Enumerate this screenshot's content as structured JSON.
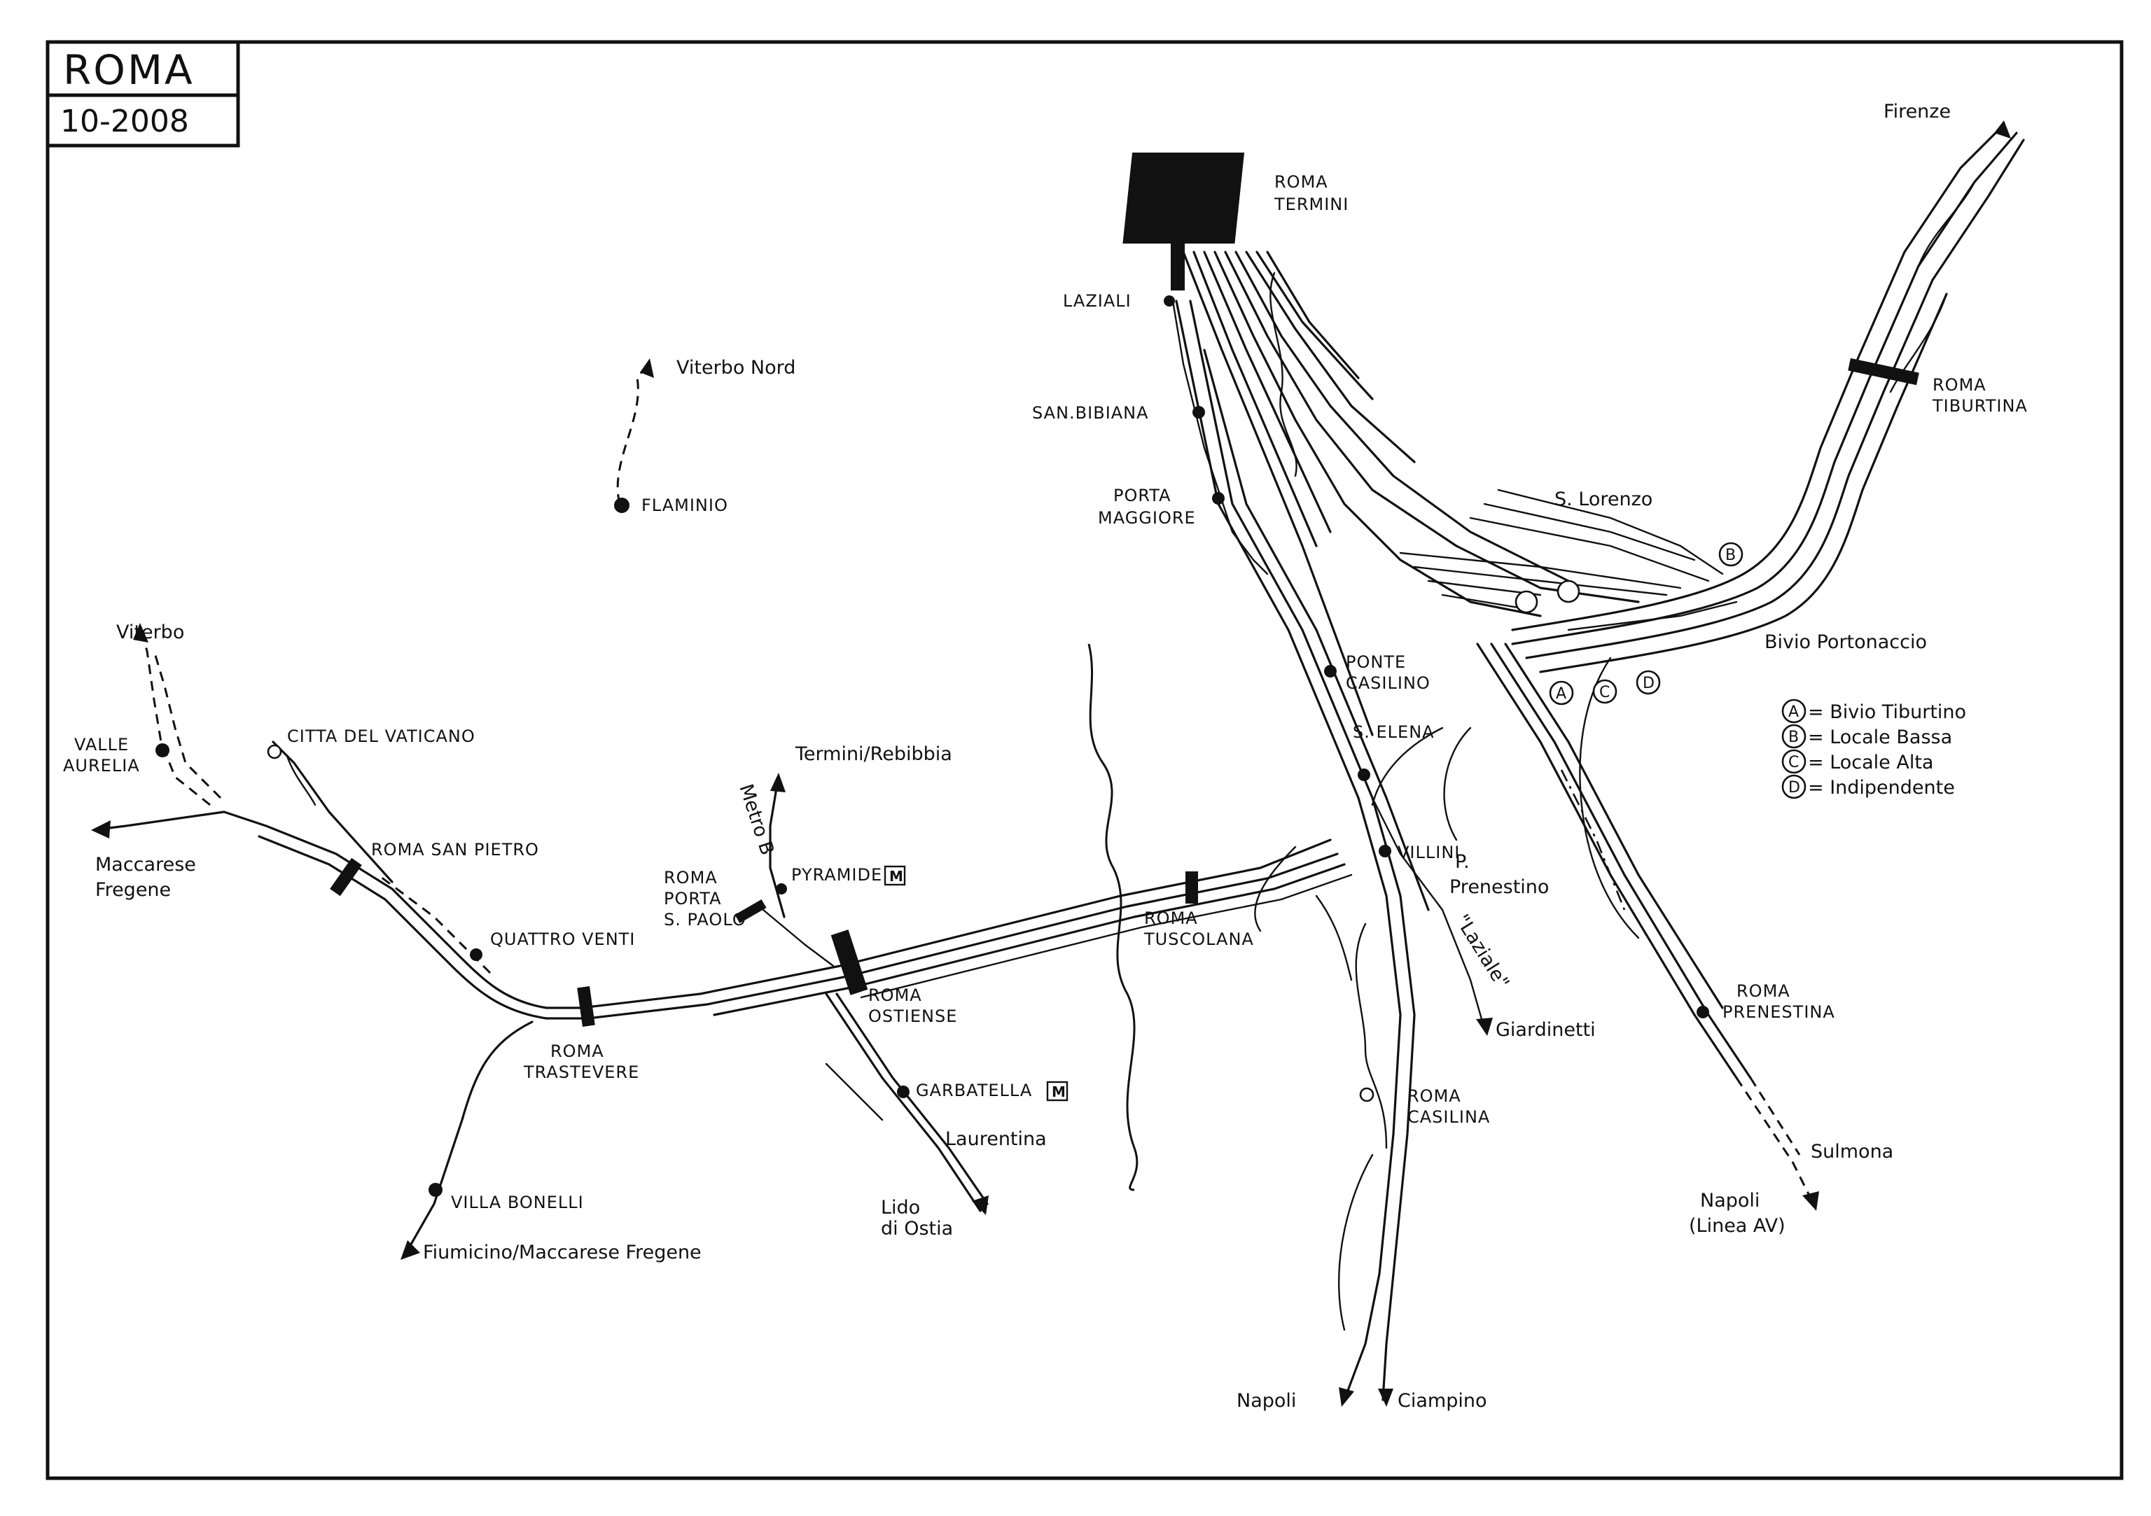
{
  "header": {
    "title": "ROMA",
    "date": "10-2008"
  },
  "stations": {
    "termini": [
      "ROMA",
      "TERMINI"
    ],
    "laziali": "LAZIALI",
    "san_bibiana": "SAN.BIBIANA",
    "porta_maggiore": [
      "PORTA",
      "MAGGIORE"
    ],
    "tiburtina": [
      "ROMA",
      "TIBURTINA"
    ],
    "ponte_casilino": [
      "PONTE",
      "CASILINO"
    ],
    "s_elena": "S. ELENA",
    "villini": "VILLINI",
    "tuscolana": [
      "ROMA",
      "TUSCOLANA"
    ],
    "ostiense": [
      "ROMA",
      "OSTIENSE"
    ],
    "porta_s_paolo": [
      "ROMA",
      "PORTA",
      "S. PAOLO"
    ],
    "pyramide": "PYRAMIDE",
    "garbatella": "GARBATELLA",
    "trastevere": [
      "ROMA",
      "TRASTEVERE"
    ],
    "quattro_venti": "QUATTRO VENTI",
    "san_pietro": "ROMA SAN PIETRO",
    "vaticano": "CITTA DEL VATICANO",
    "valle_aurelia": [
      "VALLE",
      "AURELIA"
    ],
    "villa_bonelli": "VILLA BONELLI",
    "flaminio": "FLAMINIO",
    "casilina": [
      "ROMA",
      "CASILINA"
    ],
    "prenestina": [
      "ROMA",
      "PRENESTINA"
    ]
  },
  "metro_badge": "M",
  "destinations": {
    "firenze": "Firenze",
    "viterbo_nord": "Viterbo Nord",
    "viterbo": "Viterbo",
    "maccarese": [
      "Maccarese",
      "Fregene"
    ],
    "fiumicino": "Fiumicino/Maccarese Fregene",
    "termini_rebibbia": "Termini/Rebibbia",
    "metro_b": "Metro B",
    "laurentina": "Laurentina",
    "lido": [
      "Lido",
      "di Ostia"
    ],
    "napoli": "Napoli",
    "ciampino": "Ciampino",
    "giardinetti": "Giardinetti",
    "laziale": "\"Laziale\"",
    "p_prenestino": [
      "P.",
      "Prenestino"
    ],
    "sulmona": "Sulmona",
    "napoli_av": [
      "Napoli",
      "(Linea AV)"
    ],
    "s_lorenzo": "S. Lorenzo",
    "bivio_portonaccio": "Bivio Portonaccio"
  },
  "junction_markers": [
    "A",
    "B",
    "C",
    "D"
  ],
  "legend": [
    {
      "key": "A",
      "label": "= Bivio Tiburtino"
    },
    {
      "key": "B",
      "label": "= Locale Bassa"
    },
    {
      "key": "C",
      "label": "= Locale Alta"
    },
    {
      "key": "D",
      "label": "= Indipendente"
    }
  ]
}
